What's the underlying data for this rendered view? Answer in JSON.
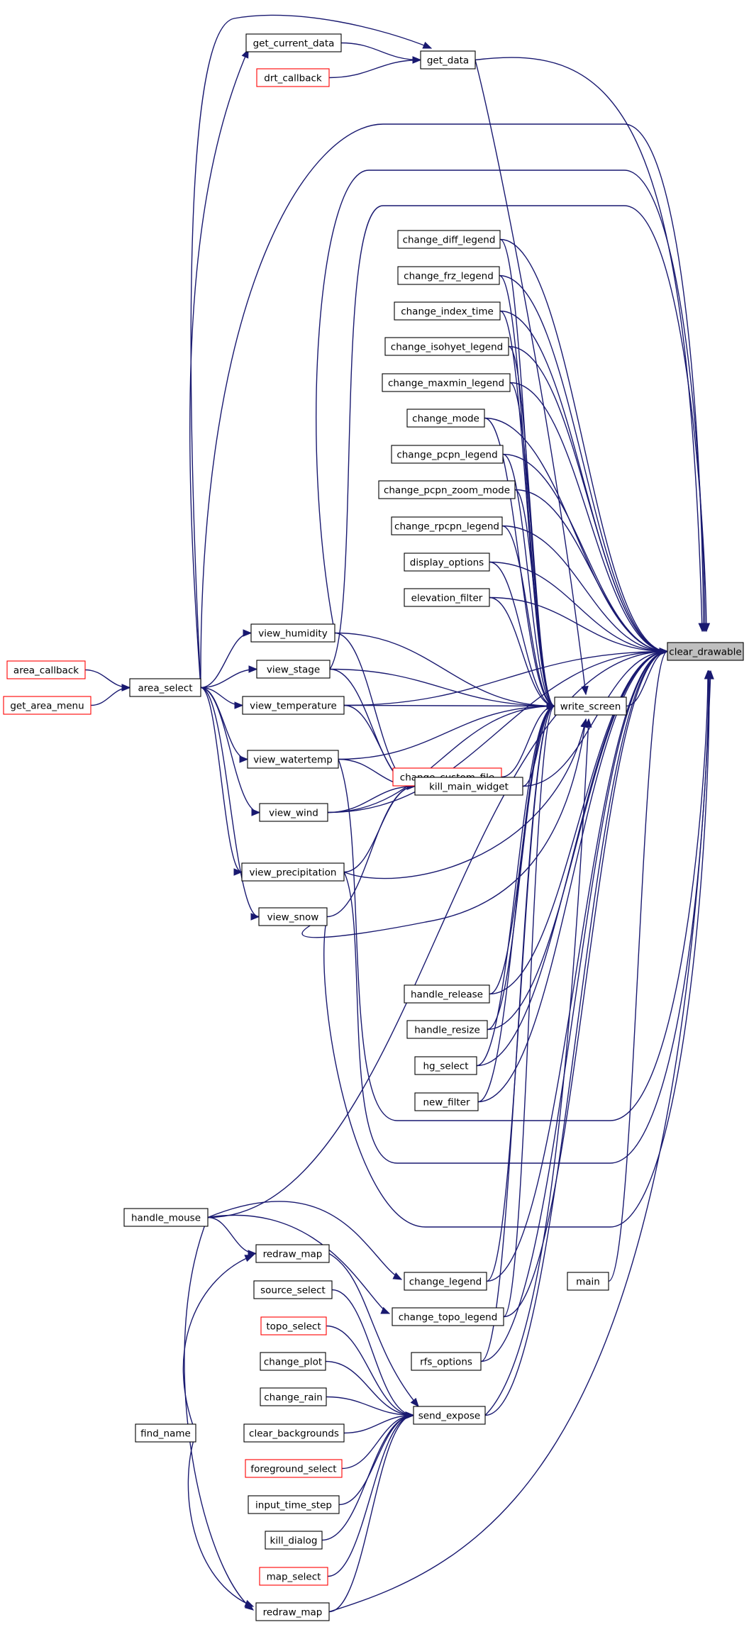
{
  "graph": {
    "root": "clear_drawable",
    "style": {
      "edge_color": "#191970",
      "node_border_color": "#000000",
      "external_node_border_color": "#ff0000",
      "current_node_fill": "#bfbfbf",
      "background": "#ffffff"
    },
    "nodes": [
      {
        "id": "get_current_data",
        "label": "get_current_data"
      },
      {
        "id": "get_data",
        "label": "get_data"
      },
      {
        "id": "drt_callback",
        "label": "drt_callback",
        "external": true
      },
      {
        "id": "change_diff_legend",
        "label": "change_diff_legend"
      },
      {
        "id": "change_frz_legend",
        "label": "change_frz_legend"
      },
      {
        "id": "change_index_time",
        "label": "change_index_time"
      },
      {
        "id": "change_isohyet_legend",
        "label": "change_isohyet_legend"
      },
      {
        "id": "change_maxmin_legend",
        "label": "change_maxmin_legend"
      },
      {
        "id": "change_mode",
        "label": "change_mode"
      },
      {
        "id": "change_pcpn_legend",
        "label": "change_pcpn_legend"
      },
      {
        "id": "change_pcpn_zoom_mode",
        "label": "change_pcpn_zoom_mode"
      },
      {
        "id": "change_rpcpn_legend",
        "label": "change_rpcpn_legend"
      },
      {
        "id": "display_options",
        "label": "display_options"
      },
      {
        "id": "elevation_filter",
        "label": "elevation_filter"
      },
      {
        "id": "clear_drawable",
        "label": "clear_drawable",
        "current": true
      },
      {
        "id": "view_humidity",
        "label": "view_humidity"
      },
      {
        "id": "area_callback",
        "label": "area_callback",
        "external": true
      },
      {
        "id": "area_select",
        "label": "area_select"
      },
      {
        "id": "view_stage",
        "label": "view_stage"
      },
      {
        "id": "get_area_menu",
        "label": "get_area_menu",
        "external": true
      },
      {
        "id": "view_temperature",
        "label": "view_temperature"
      },
      {
        "id": "write_screen",
        "label": "write_screen"
      },
      {
        "id": "change_custom_file",
        "label": "change_custom_file",
        "external": true
      },
      {
        "id": "view_watertemp",
        "label": "view_watertemp"
      },
      {
        "id": "kill_main_widget",
        "label": "kill_main_widget"
      },
      {
        "id": "view_wind",
        "label": "view_wind"
      },
      {
        "id": "view_precipitation",
        "label": "view_precipitation"
      },
      {
        "id": "view_snow",
        "label": "view_snow"
      },
      {
        "id": "handle_release",
        "label": "handle_release"
      },
      {
        "id": "handle_resize",
        "label": "handle_resize"
      },
      {
        "id": "hg_select",
        "label": "hg_select"
      },
      {
        "id": "new_filter",
        "label": "new_filter"
      },
      {
        "id": "handle_mouse",
        "label": "handle_mouse"
      },
      {
        "id": "redraw_map_1",
        "label": "redraw_map"
      },
      {
        "id": "change_legend",
        "label": "change_legend"
      },
      {
        "id": "main",
        "label": "main"
      },
      {
        "id": "source_select",
        "label": "source_select"
      },
      {
        "id": "change_topo_legend",
        "label": "change_topo_legend"
      },
      {
        "id": "topo_select",
        "label": "topo_select",
        "external": true
      },
      {
        "id": "change_plot",
        "label": "change_plot"
      },
      {
        "id": "rfs_options",
        "label": "rfs_options"
      },
      {
        "id": "change_rain",
        "label": "change_rain"
      },
      {
        "id": "send_expose",
        "label": "send_expose"
      },
      {
        "id": "find_name",
        "label": "find_name"
      },
      {
        "id": "clear_backgrounds",
        "label": "clear_backgrounds"
      },
      {
        "id": "foreground_select",
        "label": "foreground_select",
        "external": true
      },
      {
        "id": "input_time_step",
        "label": "input_time_step"
      },
      {
        "id": "kill_dialog",
        "label": "kill_dialog"
      },
      {
        "id": "map_select",
        "label": "map_select",
        "external": true
      },
      {
        "id": "redraw_map_2",
        "label": "redraw_map"
      }
    ],
    "edges": [
      [
        "get_data",
        "clear_drawable"
      ],
      [
        "area_select",
        "clear_drawable"
      ],
      [
        "view_humidity",
        "clear_drawable"
      ],
      [
        "view_stage",
        "clear_drawable"
      ],
      [
        "view_temperature",
        "clear_drawable"
      ],
      [
        "change_diff_legend",
        "clear_drawable"
      ],
      [
        "change_frz_legend",
        "clear_drawable"
      ],
      [
        "change_index_time",
        "clear_drawable"
      ],
      [
        "change_isohyet_legend",
        "clear_drawable"
      ],
      [
        "change_maxmin_legend",
        "clear_drawable"
      ],
      [
        "change_mode",
        "clear_drawable"
      ],
      [
        "change_pcpn_legend",
        "clear_drawable"
      ],
      [
        "change_pcpn_zoom_mode",
        "clear_drawable"
      ],
      [
        "change_rpcpn_legend",
        "clear_drawable"
      ],
      [
        "display_options",
        "clear_drawable"
      ],
      [
        "elevation_filter",
        "clear_drawable"
      ],
      [
        "write_screen",
        "clear_drawable"
      ],
      [
        "kill_main_widget",
        "clear_drawable"
      ],
      [
        "view_watertemp",
        "clear_drawable"
      ],
      [
        "view_wind",
        "clear_drawable"
      ],
      [
        "view_precipitation",
        "clear_drawable"
      ],
      [
        "view_snow",
        "clear_drawable"
      ],
      [
        "handle_release",
        "clear_drawable"
      ],
      [
        "handle_resize",
        "clear_drawable"
      ],
      [
        "hg_select",
        "clear_drawable"
      ],
      [
        "new_filter",
        "clear_drawable"
      ],
      [
        "handle_mouse",
        "clear_drawable"
      ],
      [
        "main",
        "clear_drawable"
      ],
      [
        "change_legend",
        "clear_drawable"
      ],
      [
        "change_topo_legend",
        "clear_drawable"
      ],
      [
        "rfs_options",
        "clear_drawable"
      ],
      [
        "send_expose",
        "clear_drawable"
      ],
      [
        "redraw_map_2",
        "clear_drawable"
      ],
      [
        "get_current_data",
        "get_data"
      ],
      [
        "drt_callback",
        "get_data"
      ],
      [
        "area_select",
        "get_data"
      ],
      [
        "get_data",
        "write_screen"
      ],
      [
        "area_callback",
        "area_select"
      ],
      [
        "get_area_menu",
        "area_select"
      ],
      [
        "area_select",
        "view_humidity"
      ],
      [
        "area_select",
        "view_stage"
      ],
      [
        "area_select",
        "view_temperature"
      ],
      [
        "area_select",
        "view_watertemp"
      ],
      [
        "area_select",
        "view_wind"
      ],
      [
        "area_select",
        "view_precipitation"
      ],
      [
        "area_select",
        "view_snow"
      ],
      [
        "area_select",
        "get_current_data"
      ],
      [
        "view_humidity",
        "write_screen"
      ],
      [
        "view_stage",
        "write_screen"
      ],
      [
        "view_temperature",
        "write_screen"
      ],
      [
        "view_watertemp",
        "write_screen"
      ],
      [
        "view_wind",
        "write_screen"
      ],
      [
        "view_precipitation",
        "write_screen"
      ],
      [
        "view_snow",
        "write_screen"
      ],
      [
        "change_diff_legend",
        "write_screen"
      ],
      [
        "change_frz_legend",
        "write_screen"
      ],
      [
        "change_index_time",
        "write_screen"
      ],
      [
        "change_isohyet_legend",
        "write_screen"
      ],
      [
        "change_maxmin_legend",
        "write_screen"
      ],
      [
        "change_mode",
        "write_screen"
      ],
      [
        "change_pcpn_legend",
        "write_screen"
      ],
      [
        "change_pcpn_zoom_mode",
        "write_screen"
      ],
      [
        "change_rpcpn_legend",
        "write_screen"
      ],
      [
        "display_options",
        "write_screen"
      ],
      [
        "elevation_filter",
        "write_screen"
      ],
      [
        "change_custom_file",
        "write_screen"
      ],
      [
        "kill_main_widget",
        "write_screen"
      ],
      [
        "handle_release",
        "write_screen"
      ],
      [
        "handle_resize",
        "write_screen"
      ],
      [
        "hg_select",
        "write_screen"
      ],
      [
        "new_filter",
        "write_screen"
      ],
      [
        "change_legend",
        "write_screen"
      ],
      [
        "change_topo_legend",
        "write_screen"
      ],
      [
        "rfs_options",
        "write_screen"
      ],
      [
        "send_expose",
        "write_screen"
      ],
      [
        "view_humidity",
        "kill_main_widget"
      ],
      [
        "view_stage",
        "kill_main_widget"
      ],
      [
        "view_temperature",
        "kill_main_widget"
      ],
      [
        "view_watertemp",
        "kill_main_widget"
      ],
      [
        "view_wind",
        "kill_main_widget"
      ],
      [
        "view_precipitation",
        "kill_main_widget"
      ],
      [
        "view_snow",
        "kill_main_widget"
      ],
      [
        "handle_mouse",
        "redraw_map_1"
      ],
      [
        "find_name",
        "redraw_map_1"
      ],
      [
        "handle_mouse",
        "change_legend"
      ],
      [
        "handle_mouse",
        "change_topo_legend"
      ],
      [
        "handle_mouse",
        "redraw_map_2"
      ],
      [
        "find_name",
        "redraw_map_2"
      ],
      [
        "redraw_map_1",
        "send_expose"
      ],
      [
        "source_select",
        "send_expose"
      ],
      [
        "topo_select",
        "send_expose"
      ],
      [
        "change_plot",
        "send_expose"
      ],
      [
        "change_rain",
        "send_expose"
      ],
      [
        "clear_backgrounds",
        "send_expose"
      ],
      [
        "foreground_select",
        "send_expose"
      ],
      [
        "input_time_step",
        "send_expose"
      ],
      [
        "kill_dialog",
        "send_expose"
      ],
      [
        "map_select",
        "send_expose"
      ],
      [
        "redraw_map_2",
        "send_expose"
      ]
    ]
  }
}
